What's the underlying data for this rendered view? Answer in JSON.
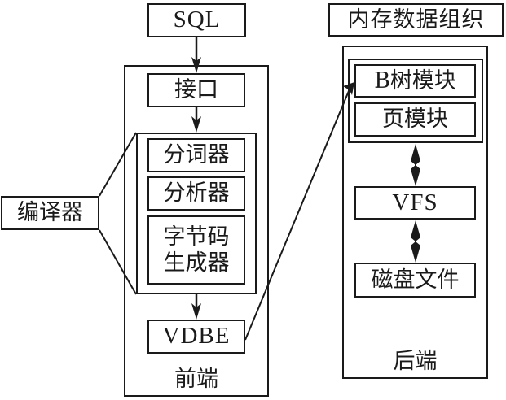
{
  "diagram": {
    "input": {
      "label": "SQL"
    },
    "frontend": {
      "title": "前端",
      "interface": {
        "label": "接口"
      },
      "compiler_group": {
        "callout_label": "编译器",
        "components": [
          {
            "label": "分词器"
          },
          {
            "label": "分析器"
          },
          {
            "label": "字节码\n生成器",
            "lines": [
              "字节码",
              "生成器"
            ]
          }
        ]
      },
      "vdbe": {
        "label": "VDBE"
      }
    },
    "backend": {
      "title": "后端",
      "header_label": "内存数据组织",
      "memory_group": [
        {
          "label": "B树模块"
        },
        {
          "label": "页模块"
        }
      ],
      "vfs": {
        "label": "VFS"
      },
      "disk": {
        "label": "磁盘文件"
      }
    },
    "edges": [
      {
        "from": "SQL",
        "to": "接口",
        "type": "arrow"
      },
      {
        "from": "接口",
        "to": "编译器",
        "type": "arrow"
      },
      {
        "from": "编译器",
        "to": "VDBE",
        "type": "arrow"
      },
      {
        "from": "VDBE",
        "to": "B树模块",
        "type": "arrow"
      },
      {
        "from": "内存数据组织",
        "to": "VFS",
        "type": "bidirectional"
      },
      {
        "from": "VFS",
        "to": "磁盘文件",
        "type": "bidirectional"
      }
    ],
    "colors": {
      "stroke": "#1a1a1a",
      "background": "#ffffff"
    }
  }
}
